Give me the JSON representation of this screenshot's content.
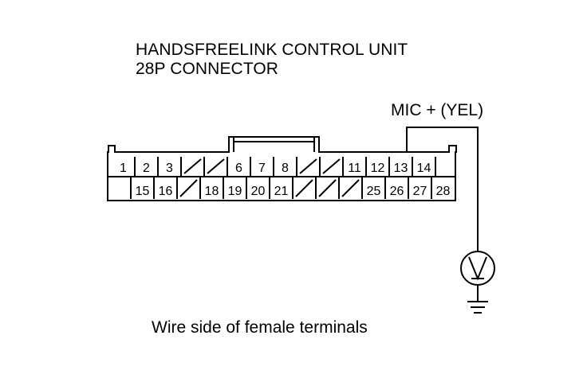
{
  "title": {
    "line1": "HANDSFREELINK CONTROL UNIT",
    "line2": "28P CONNECTOR"
  },
  "wire_label": "MIC +  (YEL)",
  "caption": "Wire side of female terminals",
  "connector": {
    "row1": [
      "1",
      "2",
      "3",
      "",
      "",
      "6",
      "7",
      "8",
      "",
      "",
      "11",
      "12",
      "13",
      "14"
    ],
    "row2": [
      "",
      "15",
      "16",
      "",
      "18",
      "19",
      "20",
      "21",
      "",
      "",
      "",
      "25",
      "26",
      "27",
      "28"
    ],
    "probe_terminal": "13"
  }
}
